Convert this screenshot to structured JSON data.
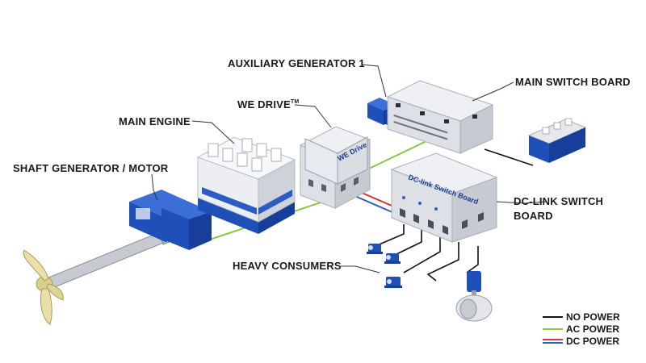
{
  "labels": {
    "auxiliary_generator": "AUXILIARY GENERATOR 1",
    "main_switch_board": "MAIN SWITCH BOARD",
    "we_drive": "WE DRIVE",
    "we_drive_tm": "TM",
    "main_engine": "MAIN ENGINE",
    "shaft_generator": "SHAFT GENERATOR / MOTOR",
    "dc_link_line1": "DC-LINK SWITCH",
    "dc_link_line2": "BOARD",
    "heavy_consumers": "HEAVY CONSUMERS"
  },
  "panels": {
    "we_drive_text": "WE Drive",
    "dc_link_text": "DC-link Switch Board"
  },
  "legend": {
    "items": [
      {
        "label": "NO POWER",
        "color": "#111111"
      },
      {
        "label": "AC POWER",
        "color": "#8dc63f"
      },
      {
        "label": "DC POWER",
        "color": "#d9332b",
        "color2": "#2f5fc4"
      }
    ]
  },
  "colors": {
    "machine_blue": "#1f4fb8",
    "cabinet_grey": "#d9dce2",
    "ac_line": "#8dc63f",
    "dc_red": "#d9332b",
    "dc_blue": "#2f5fc4",
    "propeller": "#e8e0a8"
  }
}
